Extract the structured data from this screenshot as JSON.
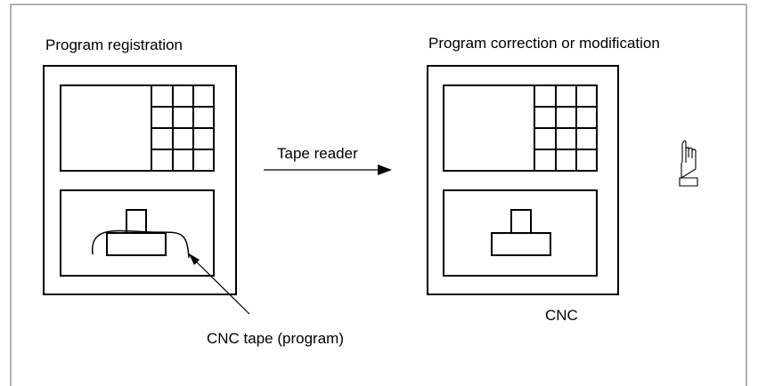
{
  "labels": {
    "left_title": "Program registration",
    "right_title": "Program correction or modification",
    "arrow_label": "Tape reader",
    "tape_label": "CNC tape (program)",
    "cnc_label": "CNC"
  },
  "icons": {
    "note": "pointing-hand-icon"
  },
  "colors": {
    "ink": "#000000",
    "frame": "#999999",
    "background": "#ffffff"
  }
}
